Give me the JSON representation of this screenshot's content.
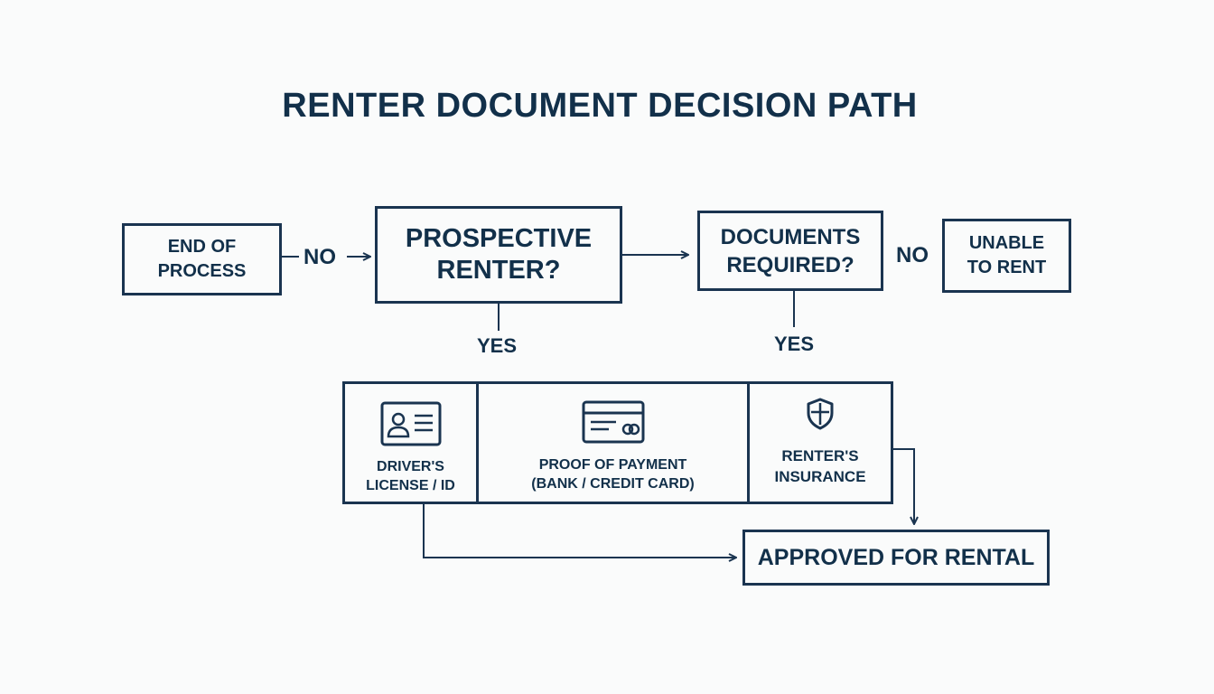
{
  "title": "RENTER DOCUMENT DECISION PATH",
  "nodes": {
    "end_of_process": {
      "line1": "END OF",
      "line2": "PROCESS"
    },
    "prospective_renter": {
      "line1": "PROSPECTIVE",
      "line2": "RENTER?"
    },
    "documents_required": {
      "line1": "DOCUMENTS",
      "line2": "REQUIRED?"
    },
    "unable_to_rent": {
      "line1": "UNABLE",
      "line2": "TO RENT"
    },
    "approved": "APPROVED FOR RENTAL"
  },
  "edge_labels": {
    "no_left": "NO",
    "no_right": "NO",
    "yes_left": "YES",
    "yes_right": "YES"
  },
  "documents": [
    {
      "line1": "DRIVER'S",
      "line2": "LICENSE / ID",
      "icon": "id-card-icon"
    },
    {
      "line1": "PROOF OF PAYMENT",
      "line2": "(BANK / CREDIT CARD)",
      "icon": "credit-card-icon"
    },
    {
      "line1": "RENTER'S",
      "line2": "INSURANCE",
      "icon": "shield-icon"
    }
  ],
  "colors": {
    "ink": "#1a3450",
    "background": "#fafbfb"
  }
}
